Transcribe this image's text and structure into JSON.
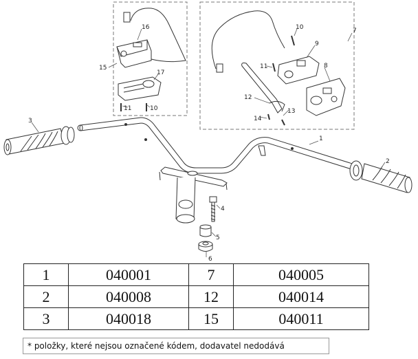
{
  "callouts": {
    "c1": "1",
    "c2": "2",
    "c3": "3",
    "c4": "4",
    "c5": "5",
    "c6": "6",
    "c7": "7",
    "c8": "8",
    "c9": "9",
    "c10a": "10",
    "c10b": "10",
    "c11a": "11",
    "c11b": "11",
    "c12": "12",
    "c13": "13",
    "c14": "14",
    "c15": "15",
    "c16": "16",
    "c17": "17"
  },
  "parts_table": {
    "rows": [
      {
        "left_no": "1",
        "left_code": "040001",
        "right_no": "7",
        "right_code": "040005"
      },
      {
        "left_no": "2",
        "left_code": "040008",
        "right_no": "12",
        "right_code": "040014"
      },
      {
        "left_no": "3",
        "left_code": "040018",
        "right_no": "15",
        "right_code": "040011"
      }
    ]
  },
  "footnote": "* položky, které nejsou označené kódem, dodavatel nedodává",
  "colors": {
    "line": "#333333",
    "dash": "#777777",
    "fill": "#ffffff",
    "shade": "#cccccc"
  }
}
